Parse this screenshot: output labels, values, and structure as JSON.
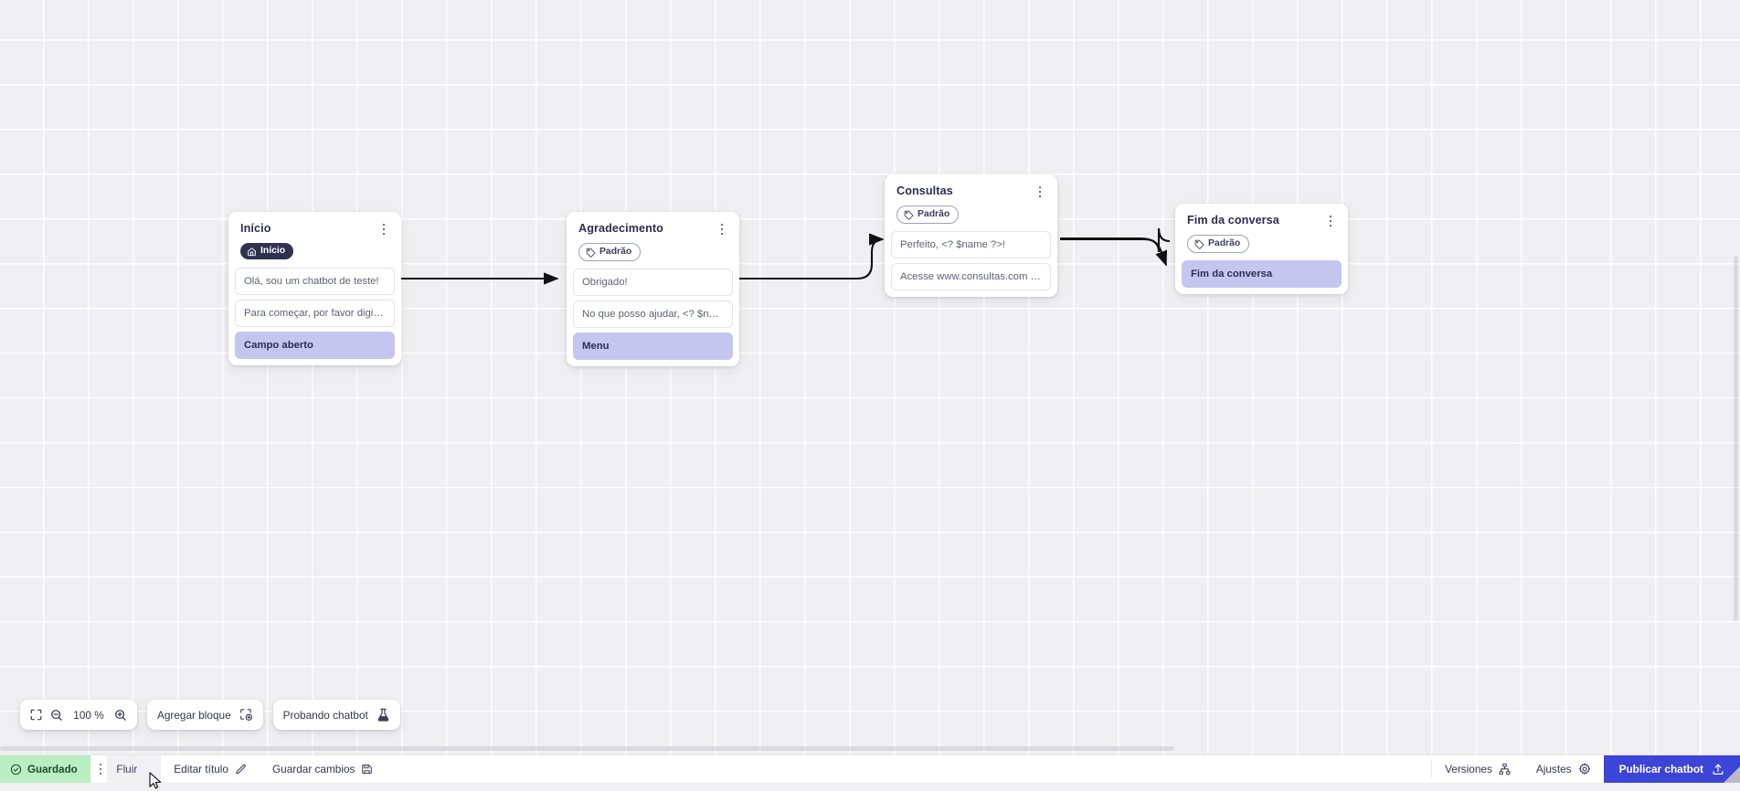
{
  "app": {
    "background_color": "#efeff1",
    "accent_color": "#3b45d8",
    "node_highlight_color": "#c5c6f0",
    "saved_chip_color": "#b9edc2"
  },
  "canvas": {
    "nodes": [
      {
        "id": "inicio",
        "title": "Início",
        "badge": {
          "label": "Início",
          "icon": "home-icon",
          "style": "start"
        },
        "rows": [
          {
            "text": "Olá, sou um chatbot de teste!",
            "type": "message"
          },
          {
            "text": "Para começar, por favor digite o ...",
            "type": "message"
          },
          {
            "text": "Campo aberto",
            "type": "action"
          }
        ]
      },
      {
        "id": "agradecimento",
        "title": "Agradecimento",
        "badge": {
          "label": "Padrão",
          "icon": "tag-icon",
          "style": "default"
        },
        "rows": [
          {
            "text": "Obrigado!",
            "type": "message"
          },
          {
            "text": "No que posso ajudar, <? $name ...",
            "type": "message"
          },
          {
            "text": "Menu",
            "type": "action"
          }
        ]
      },
      {
        "id": "consultas",
        "title": "Consultas",
        "badge": {
          "label": "Padrão",
          "icon": "tag-icon",
          "style": "default"
        },
        "rows": [
          {
            "text": "Perfeito, <? $name ?>!",
            "type": "message"
          },
          {
            "text": "Acesse www.consultas.com par...",
            "type": "message"
          }
        ]
      },
      {
        "id": "fim",
        "title": "Fim da conversa",
        "badge": {
          "label": "Padrão",
          "icon": "tag-icon",
          "style": "default"
        },
        "rows": [
          {
            "text": "Fim da conversa",
            "type": "action"
          }
        ]
      }
    ],
    "node_menu_icon": "more-vertical-icon"
  },
  "toolbar": {
    "fit_icon": "fit-screen-icon",
    "zoom_out_icon": "zoom-out-icon",
    "zoom_level": "100 %",
    "zoom_in_icon": "zoom-in-icon",
    "add_block_label": "Agregar bloque",
    "add_block_icon": "add-block-icon",
    "test_bot_label": "Probando chatbot",
    "test_bot_icon": "flask-icon"
  },
  "statusbar": {
    "saved_label": "Guardado",
    "saved_icon": "check-circle-icon",
    "overflow_icon": "more-vertical-icon",
    "tab_flow_label": "Fluir",
    "edit_title_label": "Editar título",
    "edit_title_icon": "pencil-icon",
    "save_changes_label": "Guardar cambios",
    "save_changes_icon": "save-icon",
    "versions_label": "Versiones",
    "versions_icon": "branch-icon",
    "settings_label": "Ajustes",
    "settings_icon": "gear-icon",
    "publish_label": "Publicar chatbot",
    "publish_icon": "upload-icon"
  }
}
